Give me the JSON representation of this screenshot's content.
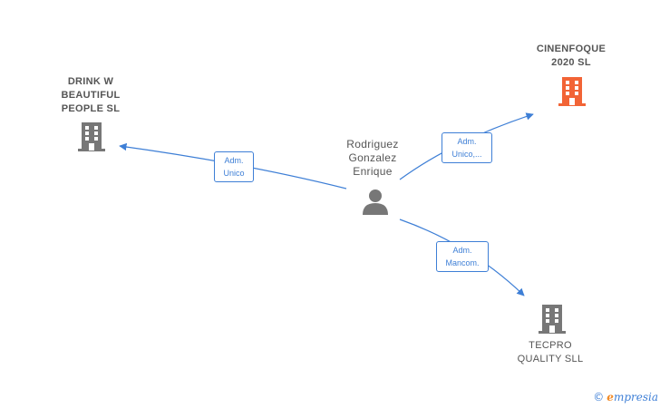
{
  "nodes": {
    "drink": {
      "label": "DRINK W\nBEAUTIFUL\nPEOPLE  SL"
    },
    "cinenfoque": {
      "label": "CINENFOQUE\n2020  SL"
    },
    "person": {
      "label": "Rodriguez\nGonzalez\nEnrique"
    },
    "tecpro": {
      "label": "TECPRO\nQUALITY SLL"
    }
  },
  "edges": {
    "to_drink": {
      "label": "Adm.\nUnico"
    },
    "to_cinenfoque": {
      "label": "Adm.\nUnico,..."
    },
    "to_tecpro": {
      "label": "Adm.\nMancom."
    }
  },
  "brand": {
    "copyright": "©",
    "e": "e",
    "rest": "mpresia"
  },
  "colors": {
    "edge": "#3e7fd6",
    "company_icon": "#777777",
    "highlight_company_icon": "#f26436",
    "person_icon": "#777777"
  }
}
